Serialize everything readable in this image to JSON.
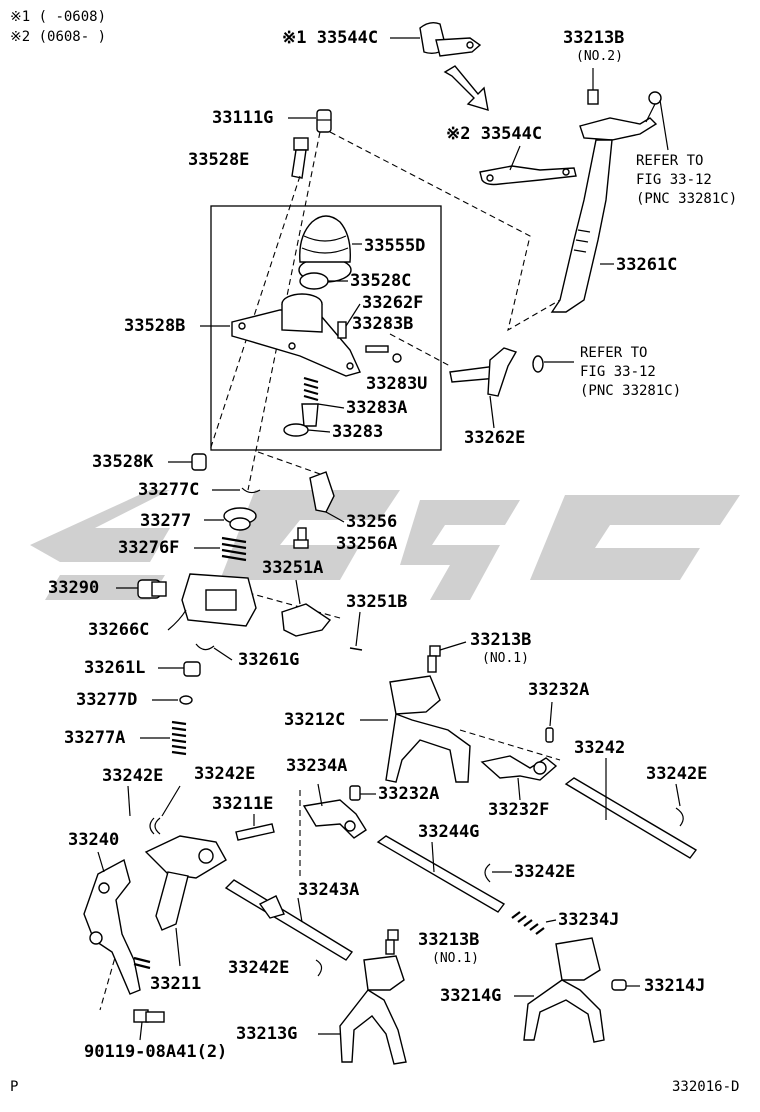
{
  "header": {
    "note1": "※1 (     -0608)",
    "note2": "※2 (0608-     )"
  },
  "labels": {
    "p33544C_top": "※1 33544C",
    "p33544C_mid": "※2 33544C",
    "p33213B_top": "33213B",
    "p33213B_top_sub": "(NO.2)",
    "refer1_line1": "REFER TO",
    "refer1_line2": "FIG 33-12",
    "refer1_line3": "(PNC 33281C)",
    "p33111G": "33111G",
    "p33528E": "33528E",
    "p33555D": "33555D",
    "p33261C": "33261C",
    "p33528C": "33528C",
    "p33262F": "33262F",
    "p33528B": "33528B",
    "p33283B": "33283B",
    "refer2_line1": "REFER TO",
    "refer2_line2": "FIG 33-12",
    "refer2_line3": "(PNC 33281C)",
    "p33283U": "33283U",
    "p33283A": "33283A",
    "p33283": "33283",
    "p33262E": "33262E",
    "p33528K": "33528K",
    "p33277C": "33277C",
    "p33277": "33277",
    "p33256": "33256",
    "p33276F": "33276F",
    "p33256A": "33256A",
    "p33251A": "33251A",
    "p33290": "33290",
    "p33251B": "33251B",
    "p33266C": "33266C",
    "p33213B_mid": "33213B",
    "p33213B_mid_sub": "(NO.1)",
    "p33261G": "33261G",
    "p33261L": "33261L",
    "p33232A_top": "33232A",
    "p33277D": "33277D",
    "p33212C": "33212C",
    "p33277A": "33277A",
    "p33242": "33242",
    "p33234A": "33234A",
    "p33242E_a": "33242E",
    "p33242E_b": "33242E",
    "p33242E_right": "33242E",
    "p33232A_mid": "33232A",
    "p33232F": "33232F",
    "p33211E": "33211E",
    "p33240": "33240",
    "p33244G": "33244G",
    "p33242E_mid": "33242E",
    "p33243A": "33243A",
    "p33234J": "33234J",
    "p33213B_bot": "33213B",
    "p33213B_bot_sub": "(NO.1)",
    "p33242E_low": "33242E",
    "p33211": "33211",
    "p33214G": "33214G",
    "p33214J": "33214J",
    "p33213G": "33213G",
    "p90119": "90119-08A41(2)"
  },
  "footer": {
    "page_mark": "P",
    "figure_code": "332016-D"
  },
  "colors": {
    "ink": "#000000",
    "watermark": "#c8c8c8"
  }
}
